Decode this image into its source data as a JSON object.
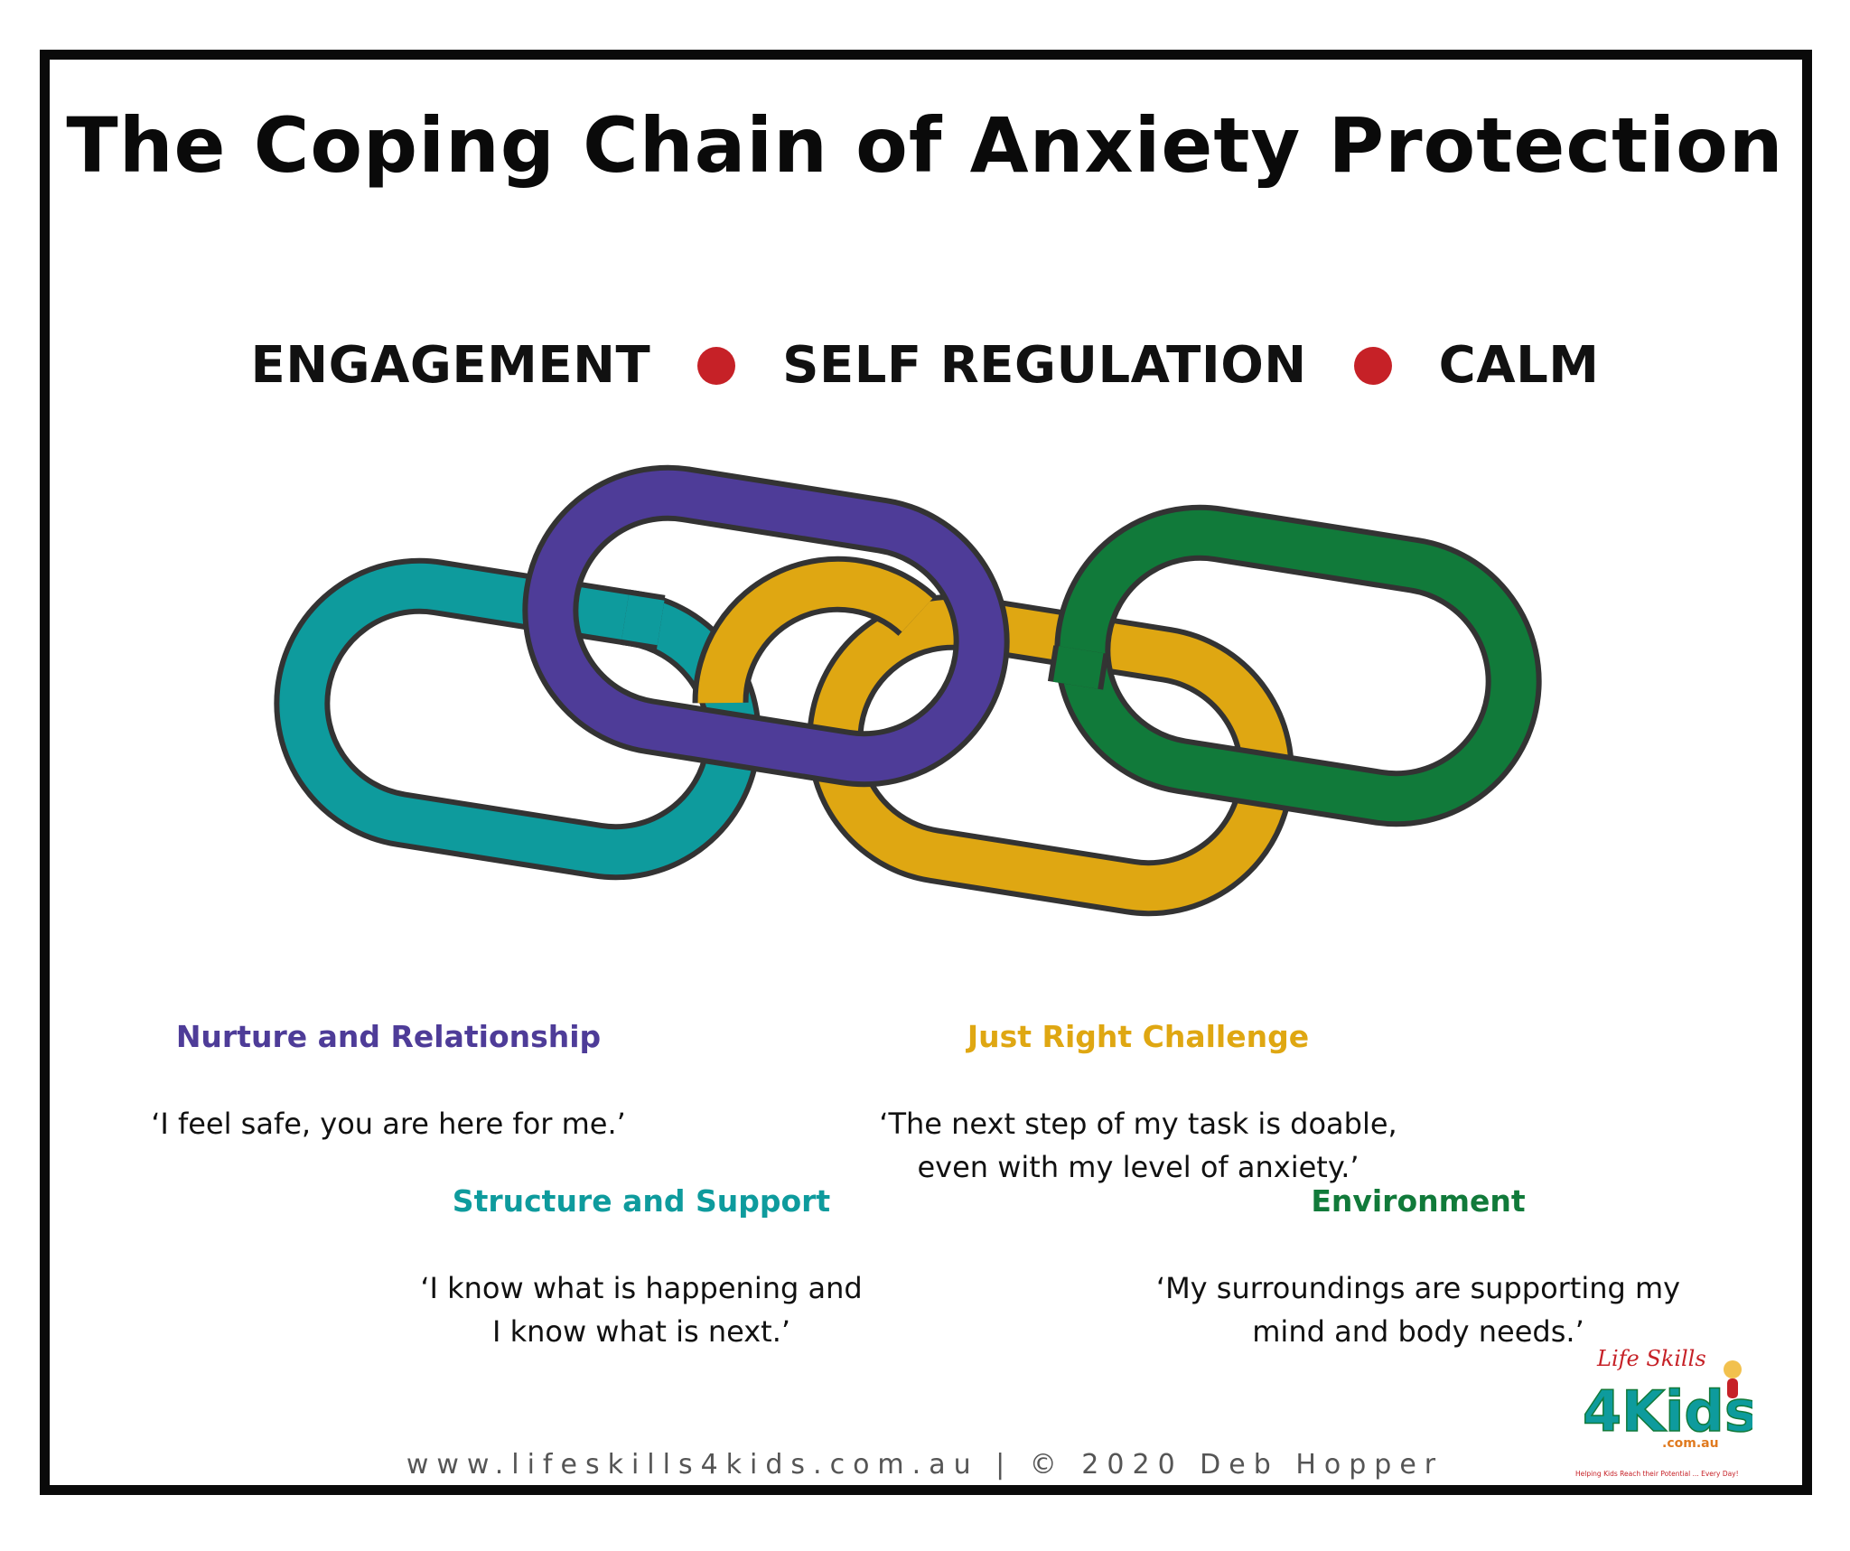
{
  "title": "The Coping Chain of Anxiety Protection",
  "pillars": [
    "ENGAGEMENT",
    "SELF REGULATION",
    "CALM"
  ],
  "colors": {
    "teal": "#0e9b9d",
    "purple": "#4e3c98",
    "gold": "#dfa712",
    "green": "#117a3a",
    "outline": "#333333",
    "dot": "#c62127"
  },
  "items": [
    {
      "heading": "Nurture and Relationship",
      "text": "‘I feel safe, you are here for me.’",
      "color": "#4e3c98"
    },
    {
      "heading": "Just Right Challenge",
      "text": "‘The next step of my task is doable,\neven with my level of anxiety.’",
      "color": "#dfa712"
    },
    {
      "heading": "Structure and Support",
      "text": "‘I know what is happening and\nI know what is next.’",
      "color": "#0e9b9d"
    },
    {
      "heading": "Environment",
      "text": "‘My surroundings are supporting my\nmind and body needs.’",
      "color": "#117a3a"
    }
  ],
  "footer": "www.lifeskills4kids.com.au | © 2020 Deb Hopper",
  "logo": {
    "line1": "Life Skills",
    "line2": "4Kids",
    "line3": ".com.au",
    "tagline": "Helping Kids Reach their Potential ... Every Day!"
  }
}
